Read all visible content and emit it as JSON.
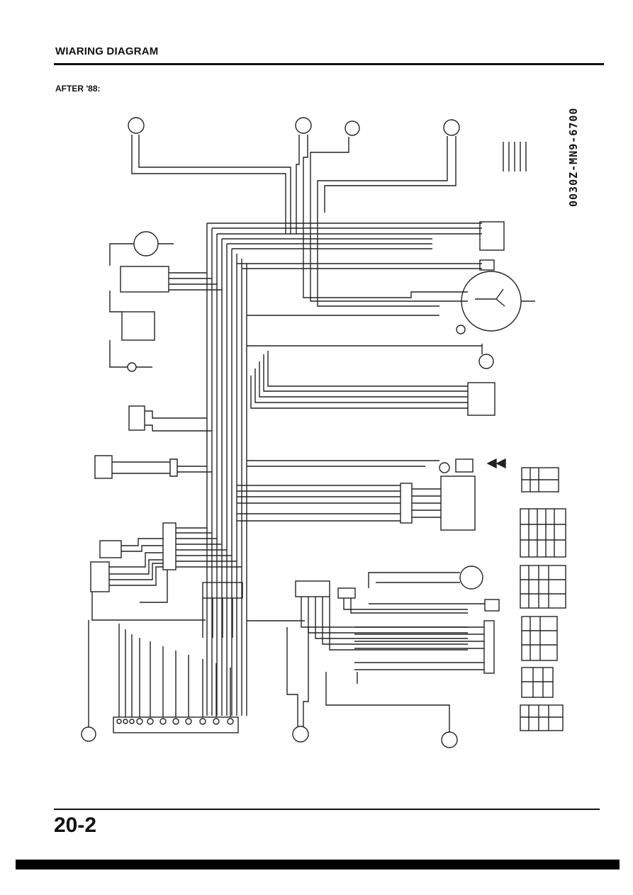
{
  "header": {
    "title": "WIARING DIAGRAM",
    "subtitle": "AFTER '88:"
  },
  "document": {
    "code": "0030Z-MN9-6700"
  },
  "footer": {
    "page_number": "20-2"
  },
  "colors": {
    "ink": "#111111",
    "paper": "#ffffff"
  }
}
